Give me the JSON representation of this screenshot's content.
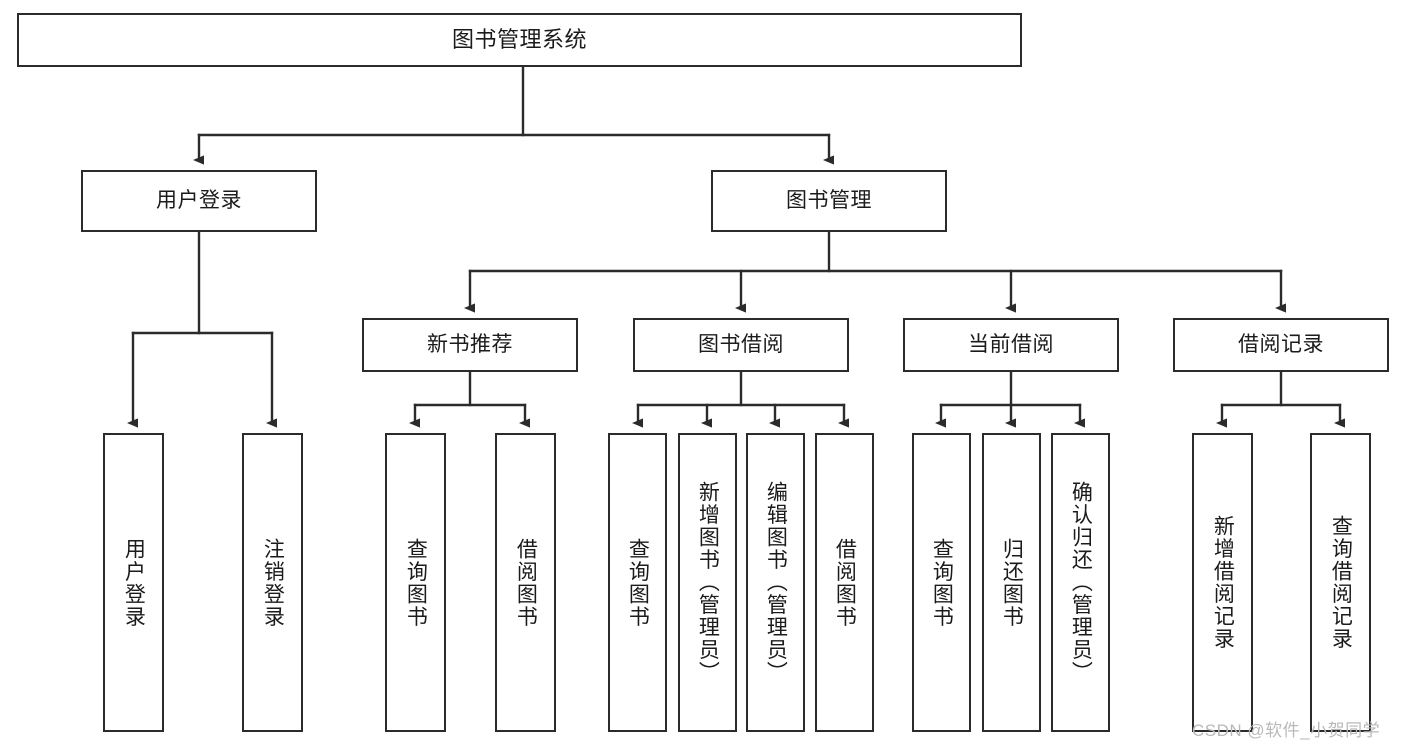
{
  "diagram": {
    "title": "图书管理系统",
    "type": "hierarchy-tree",
    "watermark": "CSDN @软件_小贺同学",
    "colors": {
      "stroke": "#2b2b2b",
      "fill": "#ffffff",
      "text": "#1b1b1b",
      "watermark": "#b9b9b9"
    },
    "levels": {
      "root": {
        "label": "图书管理系统"
      },
      "level2": [
        {
          "id": "user-login",
          "label": "用户登录"
        },
        {
          "id": "book-manage",
          "label": "图书管理"
        }
      ],
      "level3": [
        {
          "id": "new-book-recommend",
          "label": "新书推荐"
        },
        {
          "id": "book-borrow",
          "label": "图书借阅"
        },
        {
          "id": "current-borrow",
          "label": "当前借阅"
        },
        {
          "id": "borrow-record",
          "label": "借阅记录"
        }
      ],
      "leaves": [
        {
          "id": "leaf-user-login",
          "parent": "user-login",
          "label": "用户登录"
        },
        {
          "id": "leaf-user-logout",
          "parent": "user-login",
          "label": "注销登录"
        },
        {
          "id": "leaf-query-book-1",
          "parent": "new-book-recommend",
          "label": "查询图书"
        },
        {
          "id": "leaf-borrow-book-1",
          "parent": "new-book-recommend",
          "label": "借阅图书"
        },
        {
          "id": "leaf-query-book-2",
          "parent": "book-borrow",
          "label": "查询图书"
        },
        {
          "id": "leaf-add-book",
          "parent": "book-borrow",
          "label": "新增图书（管理员）"
        },
        {
          "id": "leaf-edit-book",
          "parent": "book-borrow",
          "label": "编辑图书（管理员）"
        },
        {
          "id": "leaf-borrow-book-2",
          "parent": "book-borrow",
          "label": "借阅图书"
        },
        {
          "id": "leaf-query-book-3",
          "parent": "current-borrow",
          "label": "查询图书"
        },
        {
          "id": "leaf-return-book",
          "parent": "current-borrow",
          "label": "归还图书"
        },
        {
          "id": "leaf-confirm-return",
          "parent": "current-borrow",
          "label": "确认归还（管理员）"
        },
        {
          "id": "leaf-add-record",
          "parent": "borrow-record",
          "label": "新增借阅记录"
        },
        {
          "id": "leaf-query-record",
          "parent": "borrow-record",
          "label": "查询借阅记录"
        }
      ]
    }
  }
}
